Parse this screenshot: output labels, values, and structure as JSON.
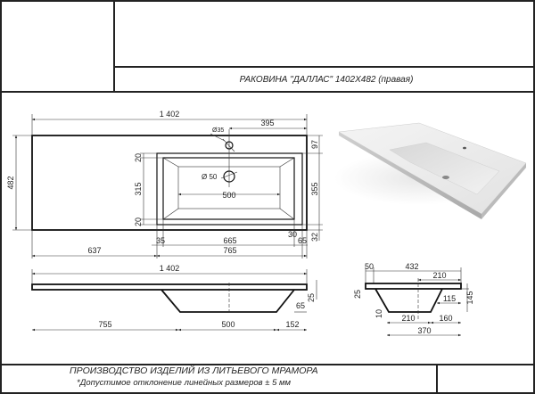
{
  "title_block": {
    "product_title": "РАКОВИНА \"ДАЛЛАС\" 1402Х482 (правая)",
    "footer_line1": "ПРОИЗВОДСТВО ИЗДЕЛИЙ ИЗ ЛИТЬЕВОГО МРАМОРА",
    "footer_line2": "*Допустимое отклонение линейных размеров ±   5 мм"
  },
  "top_view": {
    "overall_width": "1 402",
    "overall_depth": "482",
    "faucet_hole": "Ø35",
    "faucet_offset": "395",
    "drain_hole": "Ø 50",
    "bowl_inner_width": "500",
    "top_margin": "97",
    "bowl_depth": "355",
    "bottom_margin": "32",
    "rim_top": "20",
    "inner_depth": "315",
    "rim_bottom": "20",
    "left_rim": "35",
    "inner_length": "665",
    "right_rim": "65",
    "right_gap": "30",
    "left_offset": "637",
    "bowl_outer_length": "765"
  },
  "front_view": {
    "overall_width": "1 402",
    "thickness": "25",
    "side_offset": "65",
    "left_offset": "755",
    "bottom_width": "500",
    "right_offset": "152"
  },
  "side_view": {
    "left_edge": "50",
    "overall_depth": "432",
    "faucet_to_back": "210",
    "thickness": "25",
    "total_height": "145",
    "inner_offset": "115",
    "bottom_thickness": "10",
    "bottom_left": "210",
    "bottom_right": "160",
    "bottom_width": "370"
  },
  "photo": {
    "alt": "3d-render-of-sink"
  }
}
